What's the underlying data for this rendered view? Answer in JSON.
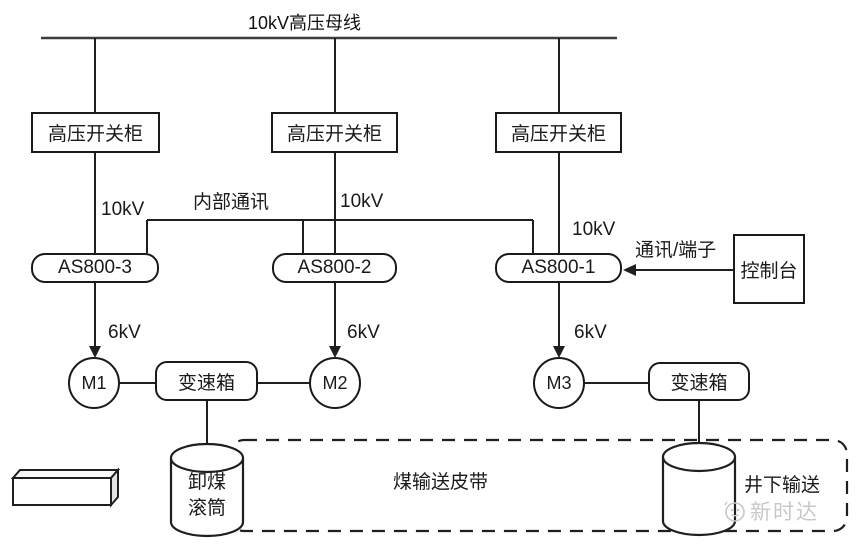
{
  "diagram": {
    "busbar": {
      "label": "10kV高压母线"
    },
    "switchgears": [
      {
        "label": "高压开关柜"
      },
      {
        "label": "高压开关柜"
      },
      {
        "label": "高压开关柜"
      }
    ],
    "voltages": {
      "in1": "10kV",
      "in2": "10kV",
      "in3": "10kV",
      "out1": "6kV",
      "out2": "6kV",
      "out3": "6kV"
    },
    "internal_comm": {
      "label": "内部通讯"
    },
    "drives": [
      {
        "label": "AS800-3"
      },
      {
        "label": "AS800-2"
      },
      {
        "label": "AS800-1"
      }
    ],
    "console": {
      "label": "控制台",
      "link_label": "通讯/端子"
    },
    "motors": [
      {
        "label": "M1"
      },
      {
        "label": "M2"
      },
      {
        "label": "M3"
      }
    ],
    "gearboxes": [
      {
        "label": "变速箱"
      },
      {
        "label": "变速箱"
      }
    ],
    "drum": {
      "line1": "卸煤",
      "line2": "滚筒"
    },
    "belt": {
      "label": "煤输送皮带"
    },
    "underground": {
      "label": "井下输送"
    },
    "watermark": {
      "label": "新时达"
    },
    "colors": {
      "line": "#1f1f1f",
      "busbar": "#3d3d3d",
      "background": "#ffffff",
      "watermark": "#c8c8c8"
    }
  }
}
